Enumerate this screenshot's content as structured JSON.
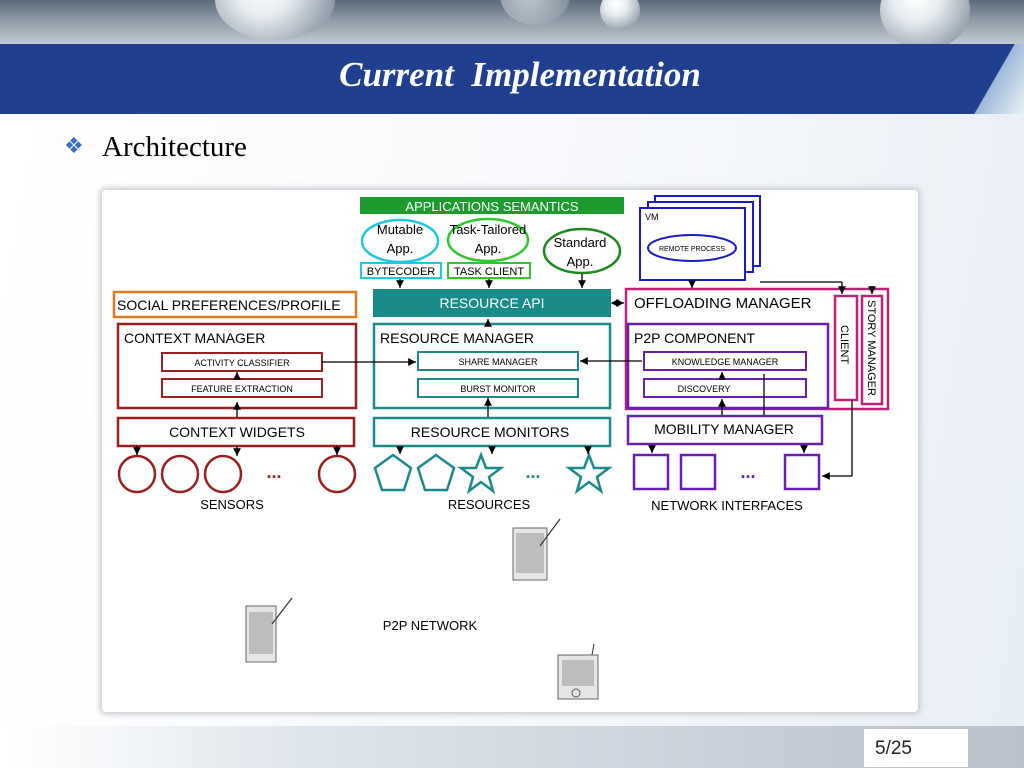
{
  "slide": {
    "title": "Current  Implementation",
    "bullet": "Architecture",
    "page_number": "5/25"
  },
  "diagram": {
    "applications_semantics": "APPLICATIONS SEMANTICS",
    "mutable_app": [
      "Mutable",
      "App."
    ],
    "task_tailored_app": [
      "Task-Tailored",
      "App."
    ],
    "standard_app": [
      "Standard",
      "App."
    ],
    "bytecoder": "BYTECODER",
    "task_client": "TASK CLIENT",
    "vm": "VM",
    "remote_process": "REMOTE PROCESS",
    "social_preferences": "SOCIAL PREFERENCES/PROFILE",
    "resource_api": "RESOURCE API",
    "offloading_manager": "OFFLOADING MANAGER",
    "client": "CLIENT",
    "story_manager": "STORY MANAGER",
    "context_manager": "CONTEXT MANAGER",
    "activity_classifier": "ACTIVITY CLASSIFIER",
    "feature_extraction": "FEATURE EXTRACTION",
    "resource_manager": "RESOURCE MANAGER",
    "share_manager": "SHARE MANAGER",
    "burst_monitor": "BURST MONITOR",
    "p2p_component": "P2P COMPONENT",
    "knowledge_manager": "KNOWLEDGE MANAGER",
    "discovery": "DISCOVERY",
    "context_widgets": "CONTEXT WIDGETS",
    "resource_monitors": "RESOURCE MONITORS",
    "mobility_manager": "MOBILITY MANAGER",
    "ellipsis": "...",
    "sensors": "SENSORS",
    "resources": "RESOURCES",
    "network_interfaces": "NETWORK INTERFACES",
    "p2p_network": "P2P NETWORK"
  },
  "colors": {
    "title_bar": "#1f3f8f",
    "bullet": "#3a6fc0",
    "applications_green": "#1e9a2e",
    "context_red": "#9b1f1f",
    "resource_teal": "#1a8a8a",
    "p2p_purple": "#6b1fb0",
    "offloading_pink": "#c0207a",
    "social_orange": "#e07a20",
    "vm_blue": "#1a1acc"
  }
}
